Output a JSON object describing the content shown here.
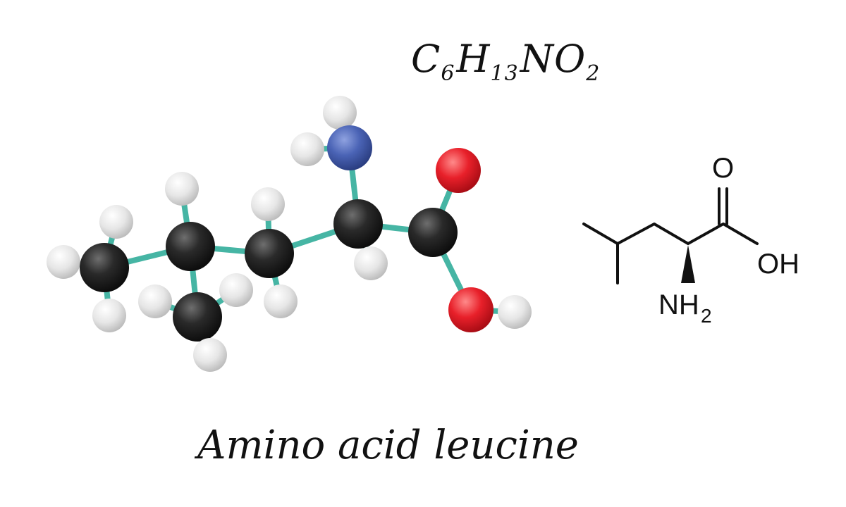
{
  "formula": {
    "c": "C",
    "c_count": "6",
    "h": "H",
    "h_count": "13",
    "n": "N",
    "o": "O",
    "o_count": "2"
  },
  "caption": "Amino acid leucine",
  "skeletal": {
    "oxygen_label": "O",
    "hydroxyl_label": "OH",
    "amine_label": "NH",
    "amine_subscript": "2"
  },
  "colors": {
    "carbon": "#2a2a2a",
    "hydrogen": "#e6e6e6",
    "nitrogen": "#4a63b5",
    "oxygen": "#e8202a",
    "bond": "#46b5a4"
  },
  "molecule": {
    "atoms": [
      {
        "id": "C1",
        "element": "carbon"
      },
      {
        "id": "C2",
        "element": "carbon"
      },
      {
        "id": "C3",
        "element": "carbon"
      },
      {
        "id": "C4",
        "element": "carbon"
      },
      {
        "id": "C5",
        "element": "carbon"
      },
      {
        "id": "C6",
        "element": "carbon"
      },
      {
        "id": "N",
        "element": "nitrogen"
      },
      {
        "id": "O1",
        "element": "oxygen"
      },
      {
        "id": "O2",
        "element": "oxygen"
      },
      {
        "id": "H1",
        "element": "hydrogen"
      },
      {
        "id": "H2",
        "element": "hydrogen"
      },
      {
        "id": "H3",
        "element": "hydrogen"
      },
      {
        "id": "H4",
        "element": "hydrogen"
      },
      {
        "id": "H5",
        "element": "hydrogen"
      },
      {
        "id": "H6",
        "element": "hydrogen"
      },
      {
        "id": "H7",
        "element": "hydrogen"
      },
      {
        "id": "H8",
        "element": "hydrogen"
      },
      {
        "id": "H9",
        "element": "hydrogen"
      },
      {
        "id": "H10",
        "element": "hydrogen"
      },
      {
        "id": "H11",
        "element": "hydrogen"
      },
      {
        "id": "H12",
        "element": "hydrogen"
      },
      {
        "id": "H13",
        "element": "hydrogen"
      }
    ]
  }
}
